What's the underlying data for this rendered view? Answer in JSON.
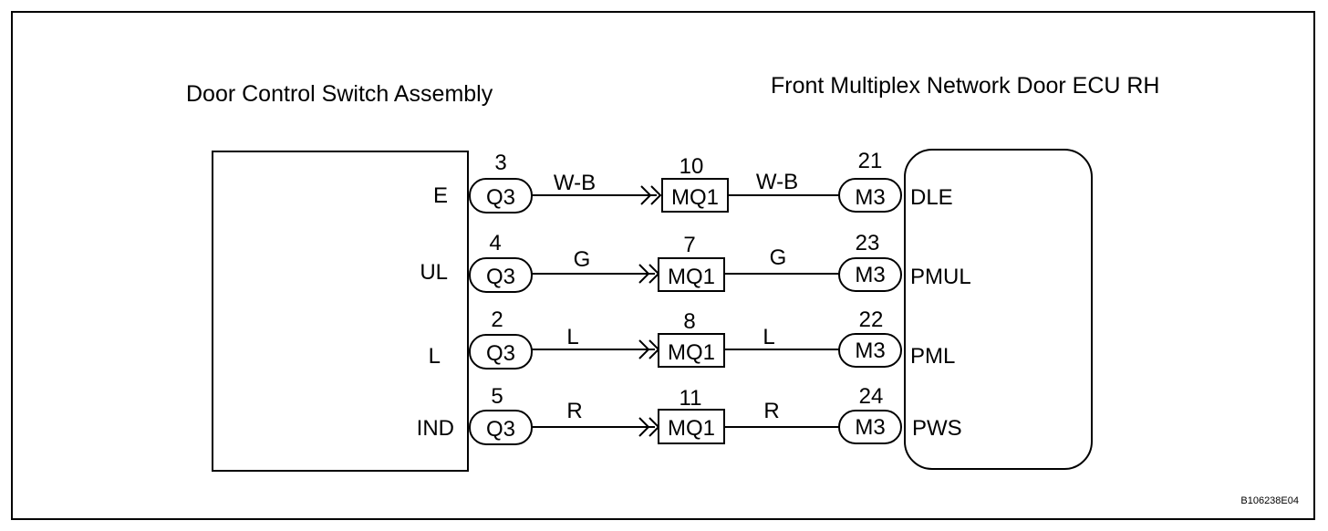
{
  "left_component": {
    "title": "Door Control Switch Assembly",
    "connector": "Q3"
  },
  "right_component": {
    "title": "Front Multiplex Network Door ECU RH",
    "connector": "M3"
  },
  "junction_connector": "MQ1",
  "circuits": [
    {
      "left_terminal": "E",
      "left_pin": "3",
      "wire_left": "W-B",
      "junction_pin": "10",
      "wire_right": "W-B",
      "right_pin": "21",
      "right_terminal": "DLE"
    },
    {
      "left_terminal": "UL",
      "left_pin": "4",
      "wire_left": "G",
      "junction_pin": "7",
      "wire_right": "G",
      "right_pin": "23",
      "right_terminal": "PMUL"
    },
    {
      "left_terminal": "L",
      "left_pin": "2",
      "wire_left": "L",
      "junction_pin": "8",
      "wire_right": "L",
      "right_pin": "22",
      "right_terminal": "PML"
    },
    {
      "left_terminal": "IND",
      "left_pin": "5",
      "wire_left": "R",
      "junction_pin": "11",
      "wire_right": "R",
      "right_pin": "24",
      "right_terminal": "PWS"
    }
  ],
  "figure_code": "B106238E04"
}
